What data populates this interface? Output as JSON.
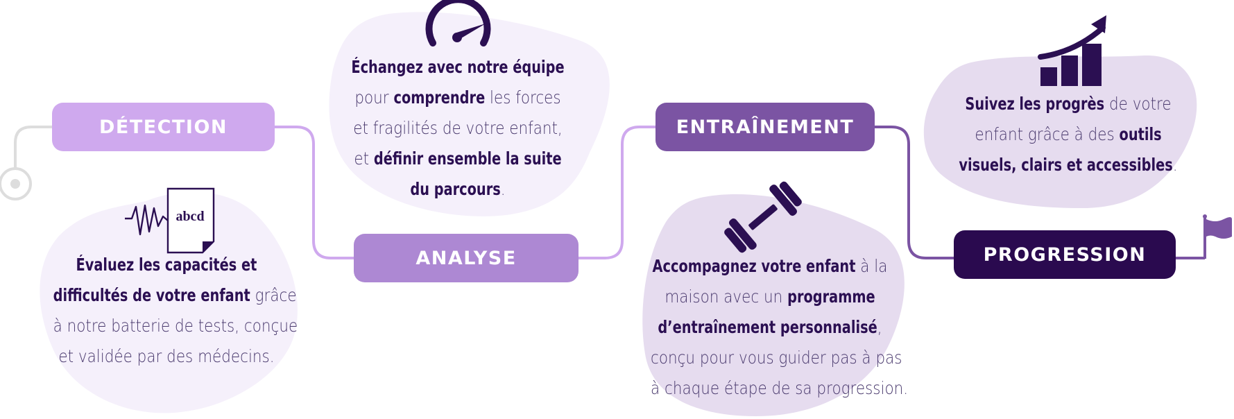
{
  "colors": {
    "detection": "#cfa9ee",
    "analyse": "#ad88d3",
    "entrainement": "#7b54a3",
    "progression": "#2a0a4f",
    "blob_light": "#f5f0fb",
    "blob_mid": "#e6dcef",
    "icon": "#2b0f52"
  },
  "steps": [
    {
      "label": "DÉTECTION"
    },
    {
      "label": "ANALYSE"
    },
    {
      "label": "ENTRAÎNEMENT"
    },
    {
      "label": "PROGRESSION"
    }
  ],
  "icons": {
    "abcd_text": "abcd"
  },
  "descriptions": {
    "detection": [
      [
        {
          "t": "Évaluez les capacités et",
          "b": true
        }
      ],
      [
        {
          "t": "difficultés de votre enfant",
          "b": true
        },
        {
          "t": " grâce",
          "b": false
        }
      ],
      [
        {
          "t": "à notre batterie de tests, conçue",
          "b": false
        }
      ],
      [
        {
          "t": "et validée par des médecins.",
          "b": false
        }
      ]
    ],
    "analyse": [
      [
        {
          "t": "Échangez avec notre équipe",
          "b": true
        }
      ],
      [
        {
          "t": "pour ",
          "b": false
        },
        {
          "t": "comprendre",
          "b": true
        },
        {
          "t": " les forces",
          "b": false
        }
      ],
      [
        {
          "t": "et fragilités de votre enfant,",
          "b": false
        }
      ],
      [
        {
          "t": "et ",
          "b": false
        },
        {
          "t": "définir ensemble la suite",
          "b": true
        }
      ],
      [
        {
          "t": "du parcours",
          "b": true
        },
        {
          "t": ".",
          "b": false
        }
      ]
    ],
    "entrainement": [
      [
        {
          "t": "Accompagnez votre enfant",
          "b": true
        },
        {
          "t": " à la",
          "b": false
        }
      ],
      [
        {
          "t": "maison avec un ",
          "b": false
        },
        {
          "t": "programme",
          "b": true
        }
      ],
      [
        {
          "t": "d’entraînement personnalisé",
          "b": true
        },
        {
          "t": ",",
          "b": false
        }
      ],
      [
        {
          "t": "conçu pour vous guider pas à pas",
          "b": false
        }
      ],
      [
        {
          "t": "à chaque étape de sa progression.",
          "b": false
        }
      ]
    ],
    "progression": [
      [
        {
          "t": "Suivez les progrès",
          "b": true
        },
        {
          "t": " de votre",
          "b": false
        }
      ],
      [
        {
          "t": "enfant grâce à des ",
          "b": false
        },
        {
          "t": "outils",
          "b": true
        }
      ],
      [
        {
          "t": "visuels, clairs et accessibles",
          "b": true
        },
        {
          "t": ".",
          "b": false
        }
      ]
    ]
  }
}
